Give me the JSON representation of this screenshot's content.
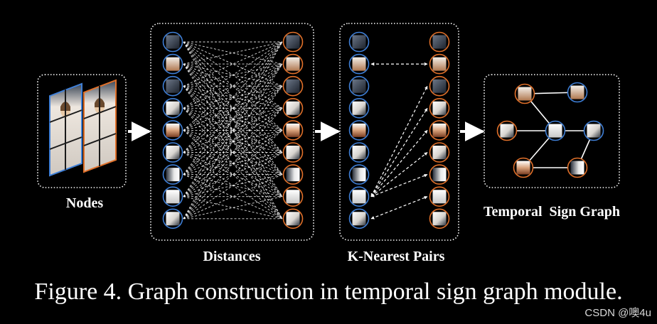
{
  "labels": {
    "nodes": "Nodes",
    "distances": "Distances",
    "k_nearest": "K-Nearest Pairs",
    "graph": "Temporal  Sign Graph"
  },
  "caption": "Figure 4. Graph construction in temporal sign graph module.",
  "watermark": "CSDN @噢4u",
  "colors": {
    "background": "#000000",
    "left_node_ring": "#3f7fd6",
    "right_node_ring": "#e0702a",
    "edges": "#ffffff",
    "panel_border": "#ffffff"
  },
  "diagram": {
    "rows": 9,
    "knn_pairs": [
      [
        1,
        1
      ],
      [
        7,
        2
      ],
      [
        7,
        3
      ],
      [
        7,
        4
      ],
      [
        7,
        5
      ],
      [
        7,
        6
      ],
      [
        8,
        7
      ]
    ],
    "graph_nodes": [
      {
        "ring": "right"
      },
      {
        "ring": "left"
      },
      {
        "ring": "right"
      },
      {
        "ring": "left"
      },
      {
        "ring": "left"
      },
      {
        "ring": "right"
      },
      {
        "ring": "right"
      }
    ],
    "graph_edges": [
      [
        0,
        1
      ],
      [
        0,
        4
      ],
      [
        2,
        4
      ],
      [
        4,
        5
      ],
      [
        4,
        3
      ],
      [
        5,
        6
      ],
      [
        6,
        3
      ]
    ]
  }
}
